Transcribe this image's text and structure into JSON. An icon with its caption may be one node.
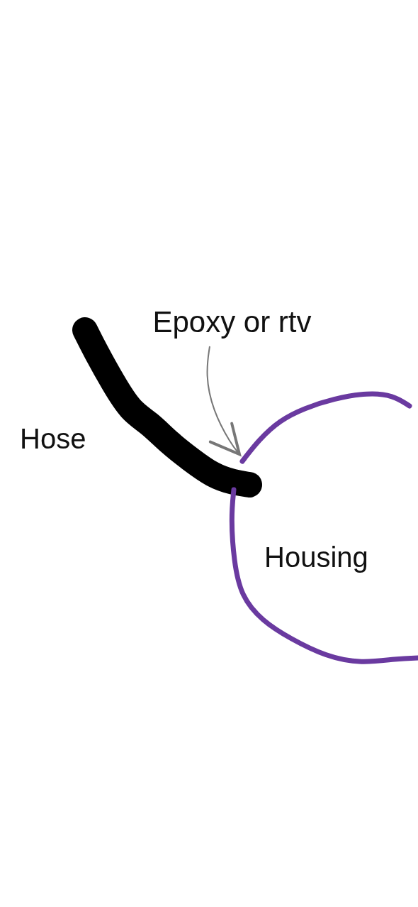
{
  "diagram": {
    "nodes": [
      {
        "text": [
          "Epoxy or rtv"
        ]
      },
      {
        "text": [],
        "shape": "picture"
      }
    ],
    "edges": [
      {
        "from": 0,
        "to": 1,
        "arrow": "to"
      }
    ],
    "labels": [
      "Hose",
      "Housing"
    ]
  }
}
